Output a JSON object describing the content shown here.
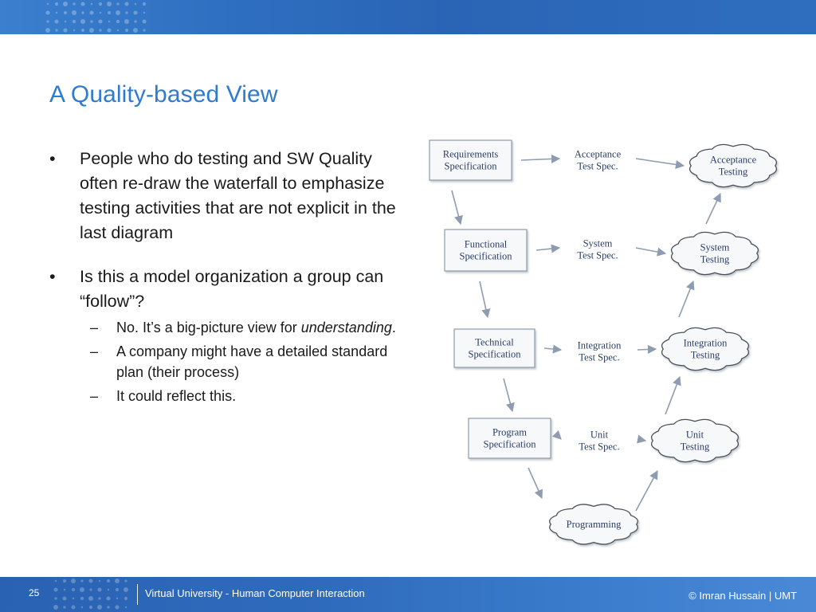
{
  "slide": {
    "title": "A Quality-based View",
    "bullets": [
      {
        "text": "People who do testing and SW Quality often re-draw the waterfall to emphasize testing activities that are not explicit in the last diagram",
        "subs": []
      },
      {
        "text": "Is this a model organization a group can “follow”?",
        "subs": [
          {
            "text": "No.  It’s a big-picture view for ",
            "em": "understanding",
            "after": "."
          },
          {
            "text": "A company might have a detailed standard plan (their process)",
            "em": "",
            "after": ""
          },
          {
            "text": "It could reflect this.",
            "em": "",
            "after": ""
          }
        ]
      }
    ]
  },
  "diagram": {
    "specs": [
      [
        "Requirements",
        "Specification"
      ],
      [
        "Functional",
        "Specification"
      ],
      [
        "Technical",
        "Specification"
      ],
      [
        "Program",
        "Specification"
      ]
    ],
    "test_specs": [
      [
        "Acceptance",
        "Test Spec."
      ],
      [
        "System",
        "Test Spec."
      ],
      [
        "Integration",
        "Test Spec."
      ],
      [
        "Unit",
        "Test Spec."
      ]
    ],
    "testing": [
      [
        "Acceptance",
        "Testing"
      ],
      [
        "System",
        "Testing"
      ],
      [
        "Integration",
        "Testing"
      ],
      [
        "Unit",
        "Testing"
      ]
    ],
    "programming": "Programming"
  },
  "footer": {
    "page_number": "25",
    "course": "Virtual University - Human Computer Interaction",
    "copyright": "© Imran Hussain | UMT"
  },
  "colors": {
    "banner": "#2e6ec0",
    "title": "#2f7bd0",
    "diagram_text": "#2a3c64"
  }
}
